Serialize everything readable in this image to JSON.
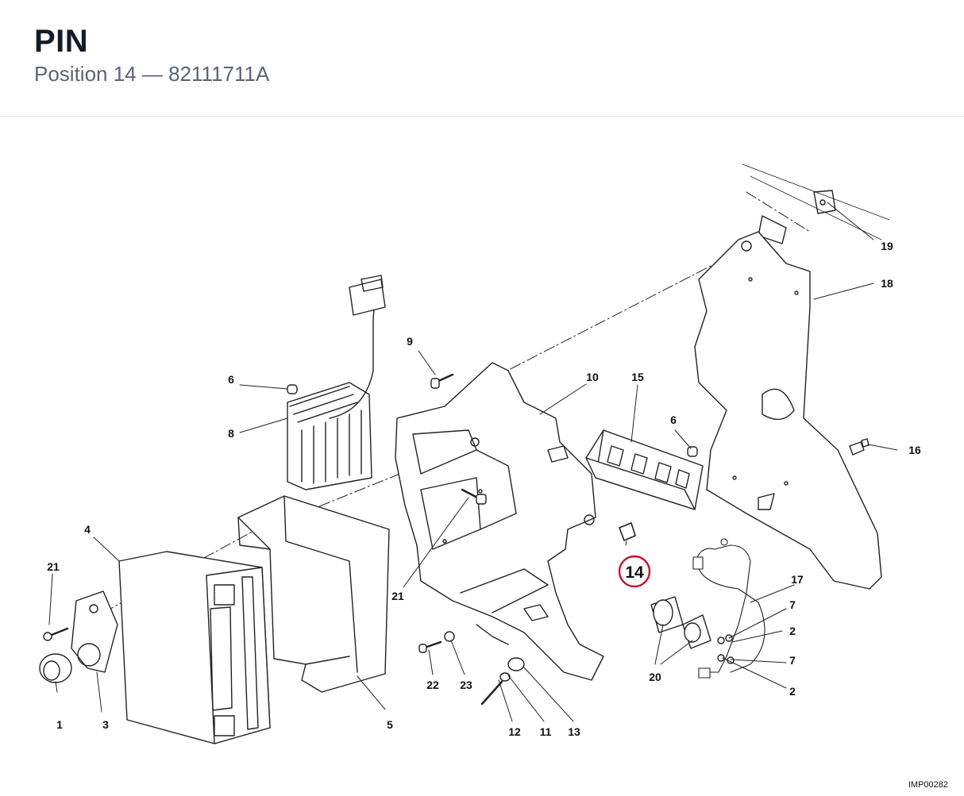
{
  "header": {
    "title": "PIN",
    "subtitle": "Position 14 — 82111711A"
  },
  "diagram": {
    "image_code": "IMP00282",
    "highlight_color": "#c8102e",
    "highlighted_position": "14",
    "callouts": [
      {
        "id": "c1",
        "label": "1"
      },
      {
        "id": "c2a",
        "label": "2"
      },
      {
        "id": "c2b",
        "label": "2"
      },
      {
        "id": "c3",
        "label": "3"
      },
      {
        "id": "c4",
        "label": "4"
      },
      {
        "id": "c5",
        "label": "5"
      },
      {
        "id": "c6a",
        "label": "6"
      },
      {
        "id": "c6b",
        "label": "6"
      },
      {
        "id": "c7a",
        "label": "7"
      },
      {
        "id": "c7b",
        "label": "7"
      },
      {
        "id": "c8",
        "label": "8"
      },
      {
        "id": "c9",
        "label": "9"
      },
      {
        "id": "c10",
        "label": "10"
      },
      {
        "id": "c11",
        "label": "11"
      },
      {
        "id": "c12",
        "label": "12"
      },
      {
        "id": "c13",
        "label": "13"
      },
      {
        "id": "c15",
        "label": "15"
      },
      {
        "id": "c16",
        "label": "16"
      },
      {
        "id": "c17",
        "label": "17"
      },
      {
        "id": "c18",
        "label": "18"
      },
      {
        "id": "c19",
        "label": "19"
      },
      {
        "id": "c20",
        "label": "20"
      },
      {
        "id": "c21a",
        "label": "21"
      },
      {
        "id": "c21b",
        "label": "21"
      },
      {
        "id": "c22",
        "label": "22"
      },
      {
        "id": "c23",
        "label": "23"
      }
    ]
  }
}
